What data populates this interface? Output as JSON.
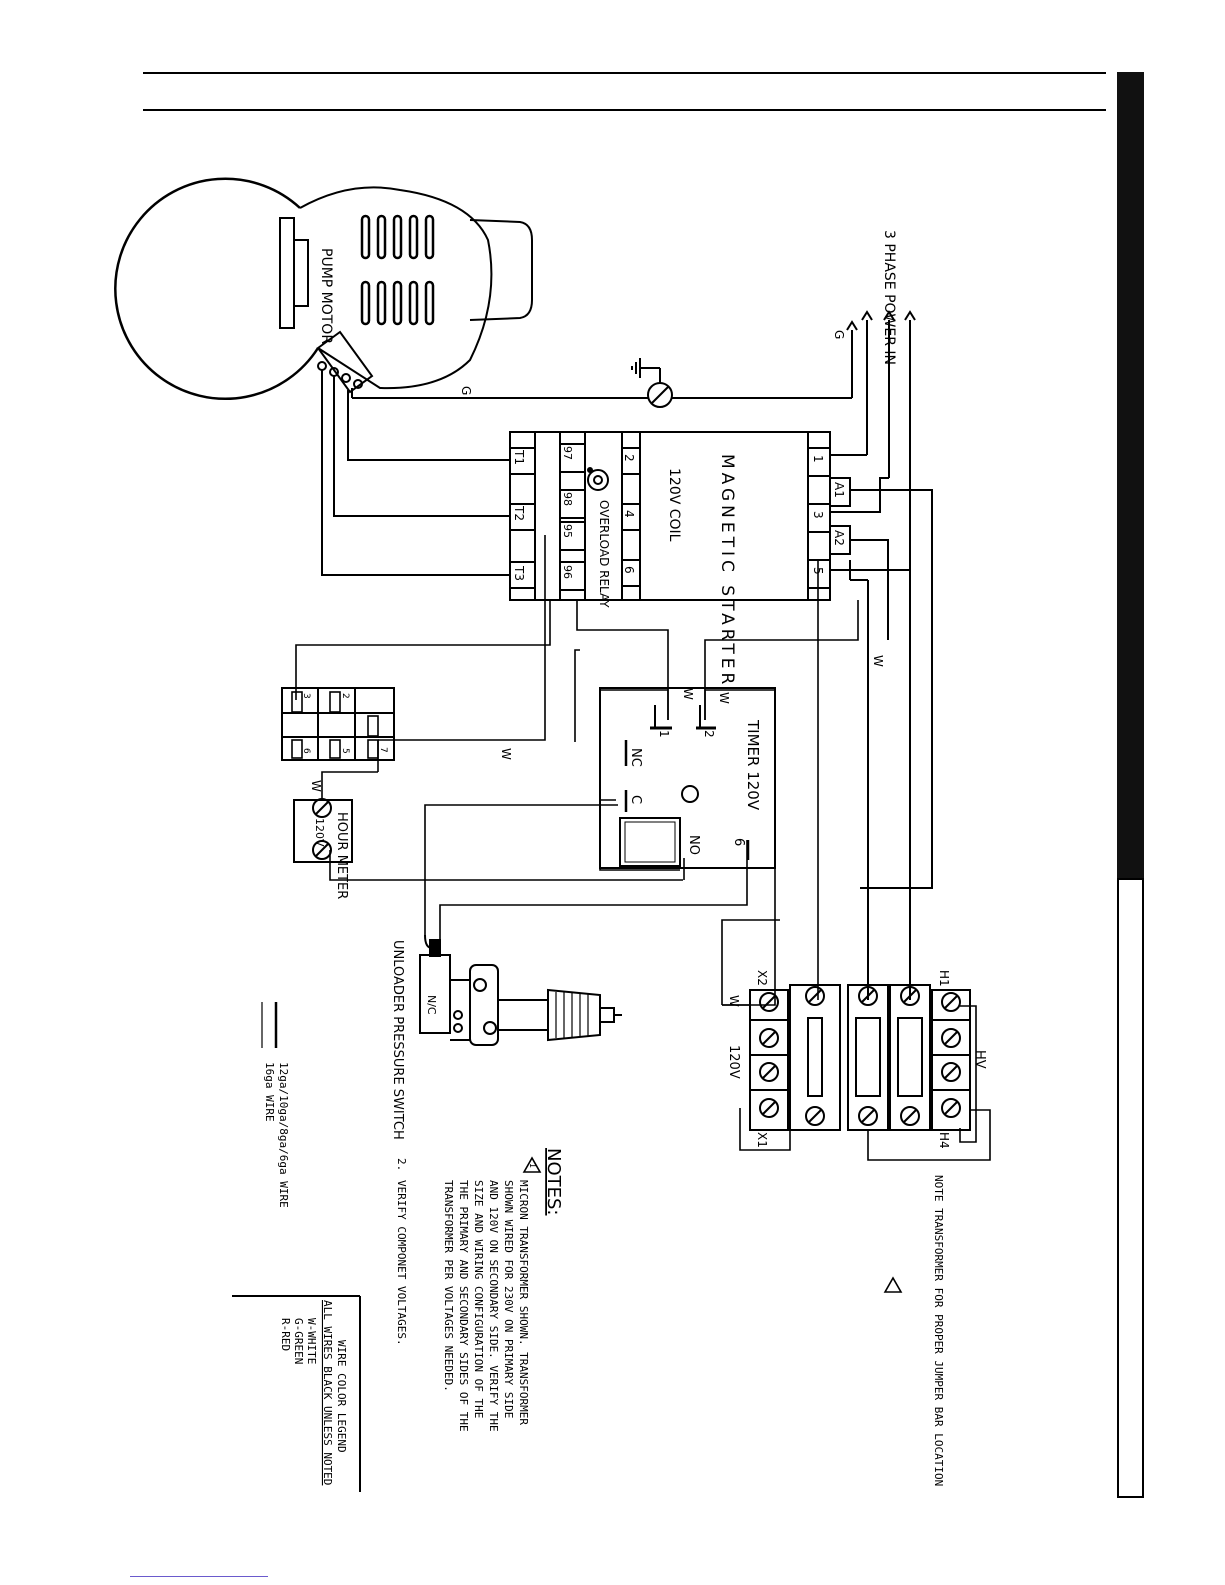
{
  "diagram": {
    "power_in": "3 PHASE POWER IN",
    "ground_label": "G",
    "pump_motor": "PUMP MOTOR",
    "magnetic_starter": "MAGNETIC STARTER",
    "coil": "120V COIL",
    "overload_relay": "OVERLOAD RELAY",
    "line_terminals": [
      "1",
      "3",
      "5"
    ],
    "coil_terminals": [
      "A1",
      "A2"
    ],
    "load_top_terminals": [
      "2",
      "4",
      "6"
    ],
    "overload_terminals": [
      "97",
      "98",
      "95",
      "96"
    ],
    "motor_terminals": [
      "T1",
      "T2",
      "T3"
    ],
    "wire_white": "W",
    "timer_title": "TIMER 120V",
    "timer_terminals": [
      "1",
      "2",
      "NC",
      "C",
      "NO",
      "6"
    ],
    "switch_block_terminals": [
      "2",
      "3",
      "5",
      "6",
      "7"
    ],
    "hour_meter": "HOUR METER",
    "hour_meter_voltage": "120V",
    "unloader": "UNLOADER PRESSURE SWITCH",
    "nc_label": "N/C",
    "transformer_hv": "HV",
    "transformer_120v": "120V",
    "transformer_terminals": [
      "H1",
      "H4",
      "X2",
      "X1"
    ],
    "transformer_note": "NOTE TRANSFORMER FOR PROPER JUMPER BAR LOCATION",
    "notes_title": "NOTES:",
    "note_1": "MICRON TRANSFORMER SHOWN. TRANSFORMER SHOWN WIRED FOR 230V ON PRIMARY SIDE AND 120V ON SECONDARY SIDE. VERIFY THE SIZE AND WIRING CONFIGURATION OF THE THE PRIMARY AND SECONDARY SIDES OF THE TRANSFORMER PER VOLTAGES NEEDED.",
    "note_1_lines": [
      "MICRON TRANSFORMER SHOWN. TRANSFORMER",
      "SHOWN WIRED FOR 230V ON PRIMARY SIDE",
      "AND 120V ON SECONDARY SIDE. VERIFY THE",
      "SIZE AND WIRING CONFIGURATION OF THE",
      "THE PRIMARY AND SECONDARY SIDES OF THE",
      "TRANSFORMER PER VOLTAGES NEEDED."
    ],
    "note_1_marker": "1",
    "note_2_number": "2.",
    "note_2": "VERIFY COMPONET VOLTAGES.",
    "line_legend": [
      "12ga/10ga/8ga/6ga WIRE",
      "16ga WIRE"
    ],
    "color_legend": {
      "title": "WIRE COLOR LEGEND",
      "subtitle": "ALL WIRES BLACK UNLESS NOTED",
      "entries": [
        "W-WHITE",
        "G-GREEN",
        "R-RED"
      ]
    }
  }
}
